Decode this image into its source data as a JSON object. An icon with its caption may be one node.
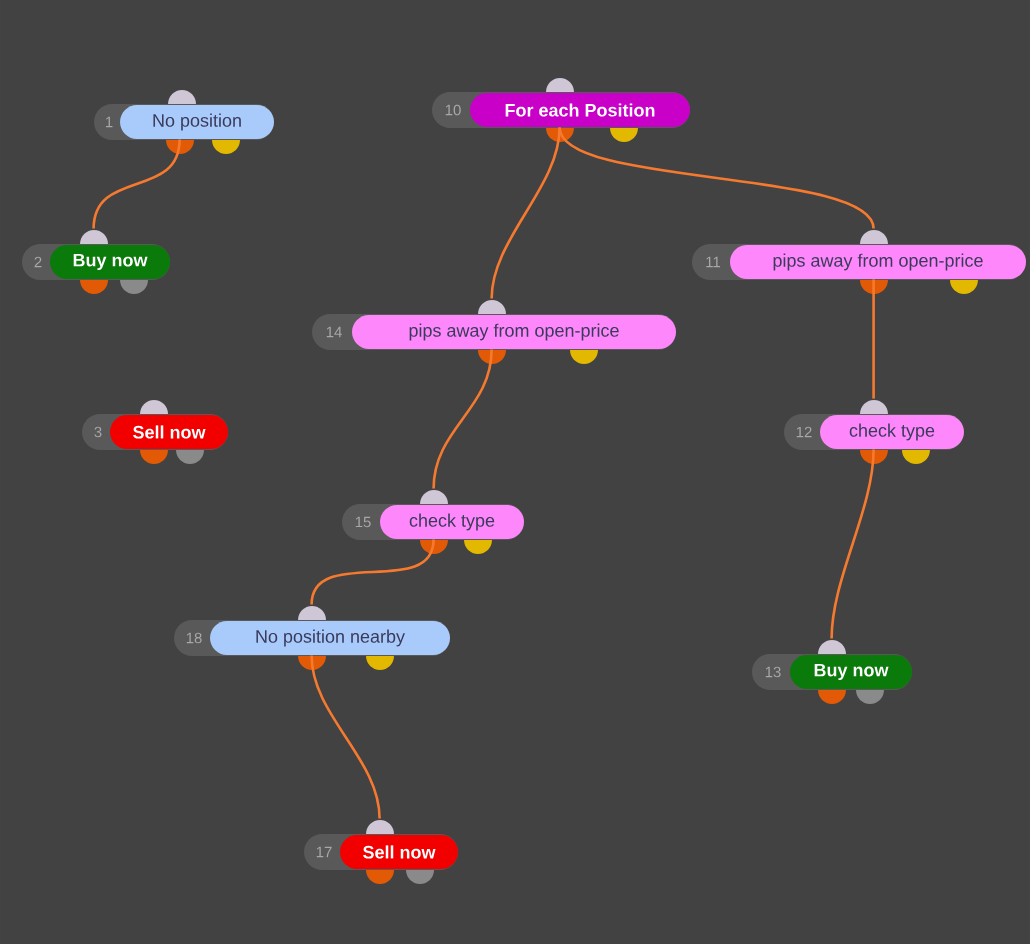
{
  "diagram": {
    "nodes": [
      {
        "text": [
          "1",
          "No position"
        ]
      },
      {
        "text": [
          "10",
          "For each Position"
        ]
      },
      {
        "text": [
          "2",
          "Buy now"
        ]
      },
      {
        "text": [
          "11",
          "pips away from open-price"
        ]
      },
      {
        "text": [
          "14",
          "pips away from open-price"
        ]
      },
      {
        "text": [
          "3",
          "Sell now"
        ]
      },
      {
        "text": [
          "12",
          "check type"
        ]
      },
      {
        "text": [
          "15",
          "check type"
        ]
      },
      {
        "text": [
          "18",
          "No position nearby"
        ]
      },
      {
        "text": [
          "13",
          "Buy now"
        ]
      },
      {
        "text": [
          "17",
          "Sell now"
        ]
      }
    ],
    "edges": [
      {
        "from": 0,
        "to": 2,
        "arrow": "none"
      },
      {
        "from": 1,
        "to": 4,
        "arrow": "none"
      },
      {
        "from": 1,
        "to": 3,
        "arrow": "none"
      },
      {
        "from": 3,
        "to": 6,
        "arrow": "none"
      },
      {
        "from": 6,
        "to": 9,
        "arrow": "none"
      },
      {
        "from": 4,
        "to": 7,
        "arrow": "none"
      },
      {
        "from": 7,
        "to": 8,
        "arrow": "none"
      },
      {
        "from": 8,
        "to": 10,
        "arrow": "none"
      }
    ]
  }
}
